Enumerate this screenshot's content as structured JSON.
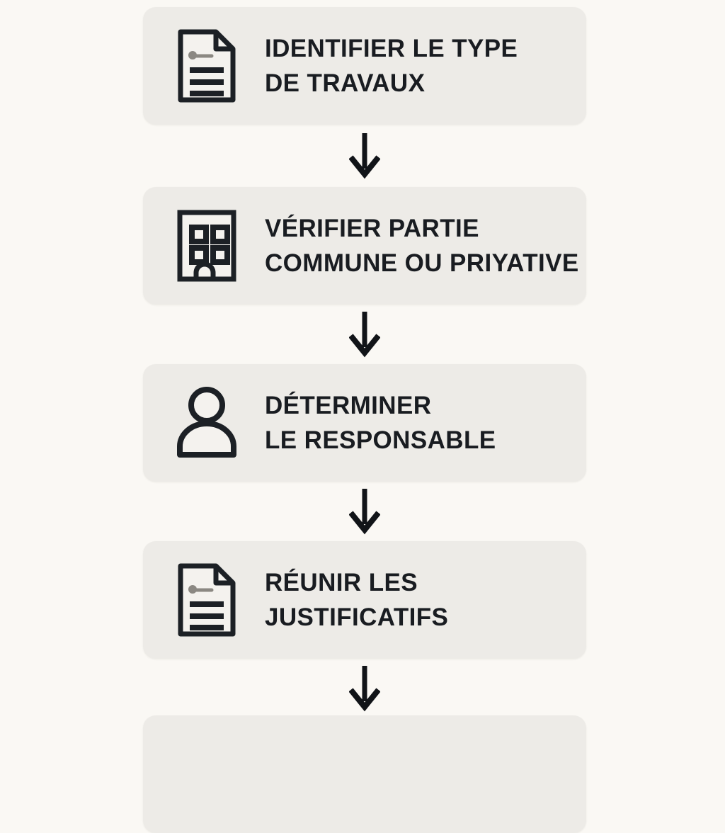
{
  "diagram": {
    "title": "Process flowchart",
    "background_color": "#faf8f4",
    "card_color": "#edebe7",
    "text_color": "#191c21",
    "icon_color": "#1c2025",
    "accent_gray": "#8b8882",
    "steps": [
      {
        "index": 1,
        "icon": "document-icon",
        "line1": "IDENTIFIER LE TYPE",
        "line2": "DE TRAVAUX"
      },
      {
        "index": 2,
        "icon": "building-icon",
        "line1": "VÉRIFIER PARTIE",
        "line2": "COMMUNE OU PRIYATIVE"
      },
      {
        "index": 3,
        "icon": "person-icon",
        "line1": "DÉTERMINER",
        "line2": "LE RESPONSABLE"
      },
      {
        "index": 4,
        "icon": "document-icon",
        "line1": "RÉUNIR LES",
        "line2": "JUSTIFICATIFS"
      },
      {
        "index": 5,
        "icon": "",
        "line1": "",
        "line2": ""
      }
    ],
    "connectors": [
      {
        "from": 1,
        "to": 2,
        "icon": "arrow-down-icon"
      },
      {
        "from": 2,
        "to": 3,
        "icon": "arrow-down-icon"
      },
      {
        "from": 3,
        "to": 4,
        "icon": "arrow-down-icon"
      },
      {
        "from": 4,
        "to": 5,
        "icon": "arrow-down-icon"
      }
    ]
  }
}
